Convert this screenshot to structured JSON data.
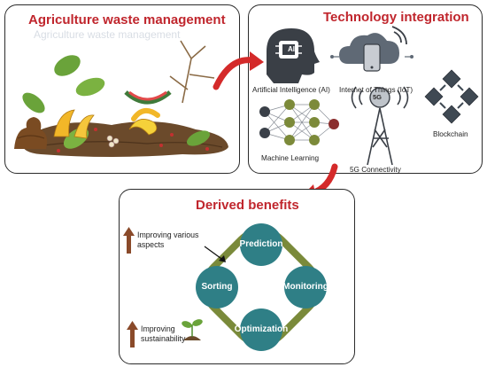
{
  "panels": {
    "waste": {
      "title": "Agriculture waste management"
    },
    "tech": {
      "title": "Technology integration",
      "items": {
        "ai": "Artificial Intelligence (AI)",
        "iot": "Internet of Things (IoT)",
        "blockchain": "Blockchain",
        "ml": "Machine Learning",
        "fiveg": "5G Connectivity"
      },
      "ai_chip": "AI",
      "fiveg_badge": "5G"
    },
    "benefits": {
      "title": "Derived benefits",
      "cycle": {
        "top": "Prediction",
        "right": "Monitoring",
        "bottom": "Optimization",
        "left": "Sorting"
      },
      "note_1": "Improving various aspects",
      "note_2": "Improving sustainability"
    }
  },
  "colors": {
    "title_red": "#c0262d",
    "node_teal": "#2f7f86",
    "ring_olive": "#7a8a3a",
    "arrow_red": "#d42a2a",
    "up_arrow_brown": "#8a4a2a",
    "soil": "#6b4a2b",
    "leaf_green": "#6aa33a"
  }
}
